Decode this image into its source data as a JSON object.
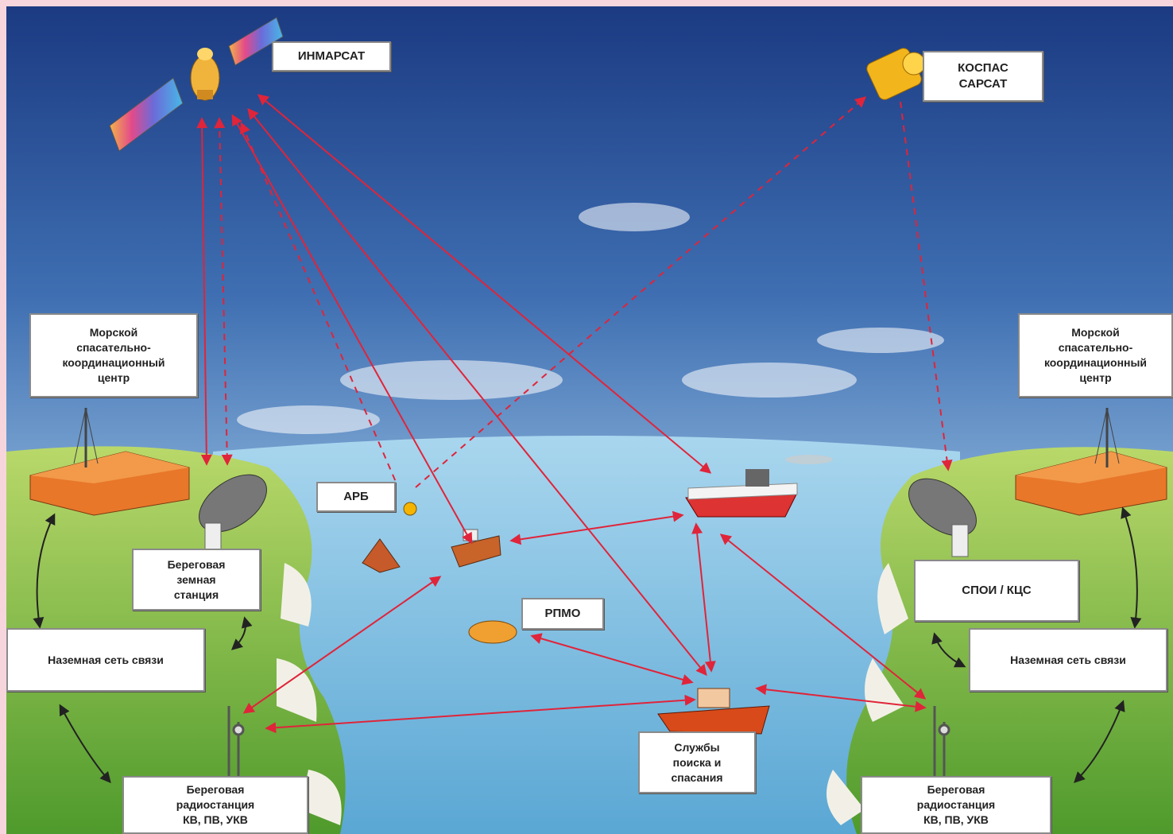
{
  "labels": {
    "inmarsat": "ИНМАРСАТ",
    "cospas_sarsat": "КОСПАС\nСАРСАТ",
    "mrcc_left": "Морской\nспасательно-\nкоординационный\nцентр",
    "mrcc_right": "Морской\nспасательно-\nкоординационный\nцентр",
    "ces": "Береговая\nземная\nстанция",
    "arb": "АРБ",
    "rpmo": "РПМО",
    "spoi": "СПОИ / КЦС",
    "ground_net_left": "Наземная сеть связи",
    "ground_net_right": "Наземная сеть связи",
    "coast_radio_left": "Береговая\nрадиостанция\nКВ, ПВ, УКВ",
    "coast_radio_right": "Береговая\nрадиостанция\nКВ, ПВ, УКВ",
    "sar_services": "Службы\nпоиска и\nспасания"
  },
  "colors": {
    "link": "#e0243a",
    "link_dark": "#222222",
    "sky_top": "#1d3f86",
    "sky_bottom": "#cfe4f2",
    "sea": "#7fbfe0",
    "land": "#8cc04a"
  }
}
